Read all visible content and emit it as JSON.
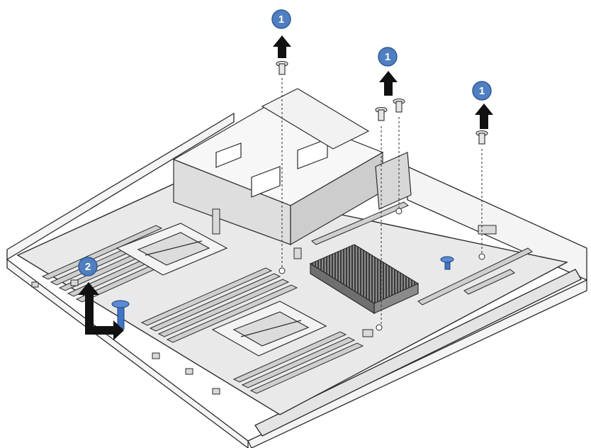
{
  "diagram": {
    "colors": {
      "line": "#2b2b2b",
      "board": "#e9e9e9",
      "chassis": "#f4f4f4",
      "part_shade": "#cfcfcf",
      "heatsink": "#5a5a5a",
      "callout_fill": "#4f7fc0",
      "callout_edge": "#2f5a96",
      "touch_point": "#3f74c4",
      "arrow": "#111111"
    },
    "callouts": [
      {
        "id": "c1a",
        "label": "1"
      },
      {
        "id": "c1b",
        "label": "1"
      },
      {
        "id": "c1c",
        "label": "1"
      },
      {
        "id": "c2",
        "label": "2"
      }
    ],
    "icons": [
      "up-arrow-icon",
      "screw-icon",
      "touch-point-icon",
      "lift-arrow-icon"
    ]
  }
}
